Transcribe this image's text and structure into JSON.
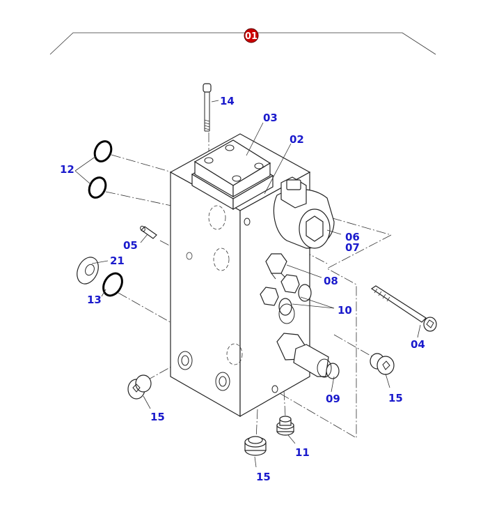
{
  "title": {
    "number": "01"
  },
  "colors": {
    "callout": "#1a1acc",
    "badge": "#cc0000",
    "line": "#222222"
  },
  "callouts": {
    "c14": "14",
    "c03": "03",
    "c02": "02",
    "c12": "12",
    "c05": "05",
    "c21": "21",
    "c13": "13",
    "c06": "06",
    "c07": "07",
    "c08": "08",
    "c10": "10",
    "c04": "04",
    "c09": "09",
    "c15a": "15",
    "c15b": "15",
    "c15c": "15",
    "c11": "11"
  }
}
